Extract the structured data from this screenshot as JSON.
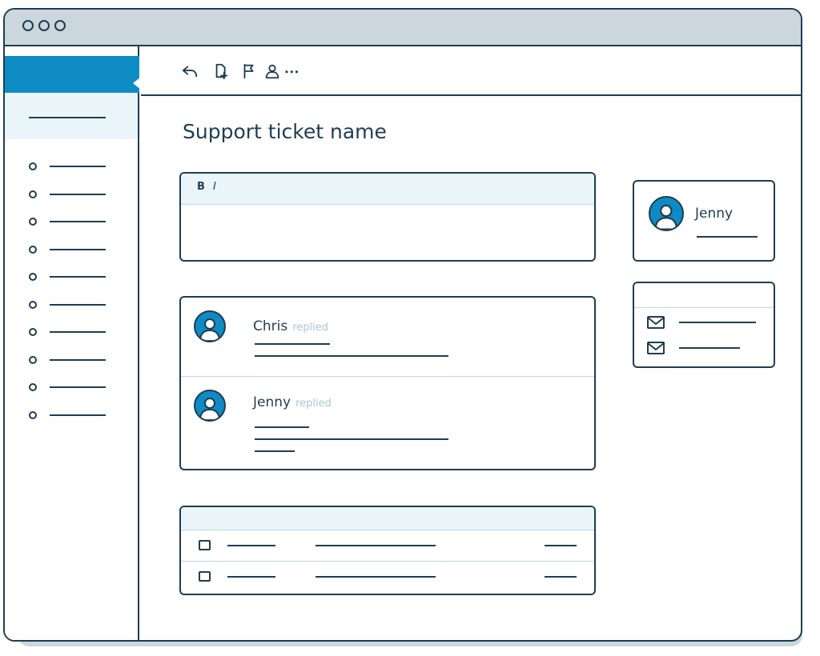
{
  "window": {
    "controls": [
      "window-dot-1",
      "window-dot-2",
      "window-dot-3"
    ]
  },
  "toolbar": {
    "icons": [
      "reply-icon",
      "new-document-icon",
      "flag-icon",
      "user-icon",
      "more-icon"
    ]
  },
  "ticket": {
    "title": "Support ticket name"
  },
  "editor": {
    "bold": "B",
    "italic": "I"
  },
  "conversation": [
    {
      "name": "Chris",
      "action": "replied"
    },
    {
      "name": "Jenny",
      "action": "replied"
    }
  ],
  "assignee": {
    "name": "Jenny"
  },
  "colors": {
    "accent": "#0f8bc3",
    "outline": "#1f3d52",
    "light": "#eaf5f9",
    "chrome": "#cbd6dd"
  }
}
